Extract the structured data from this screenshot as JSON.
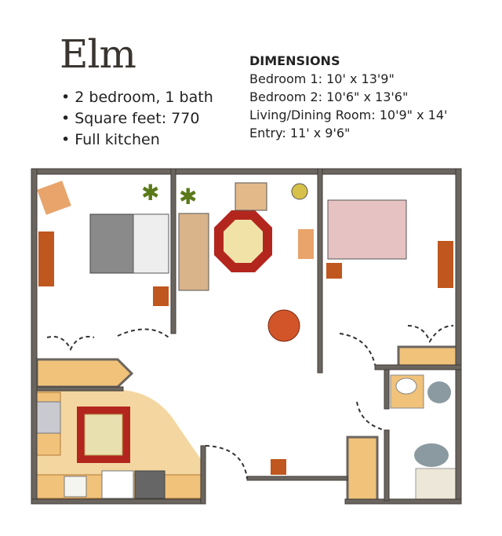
{
  "plan": {
    "name": "Elm",
    "features": [
      "2 bedroom, 1 bath",
      "Square feet: 770",
      "Full kitchen"
    ],
    "dimensions": {
      "heading": "DIMENSIONS",
      "rows": [
        "Bedroom 1: 10' x 13'9\"",
        "Bedroom 2: 10'6\" x 13'6\"",
        "Living/Dining Room: 10'9\" x 14'",
        "Entry: 11' x 9'6\""
      ]
    }
  },
  "colors": {
    "wall": "#6b6560",
    "wood": "#f2cf8e",
    "rug_red": "#b3261e",
    "table": "#d2552a",
    "floor": "#ffffff"
  }
}
